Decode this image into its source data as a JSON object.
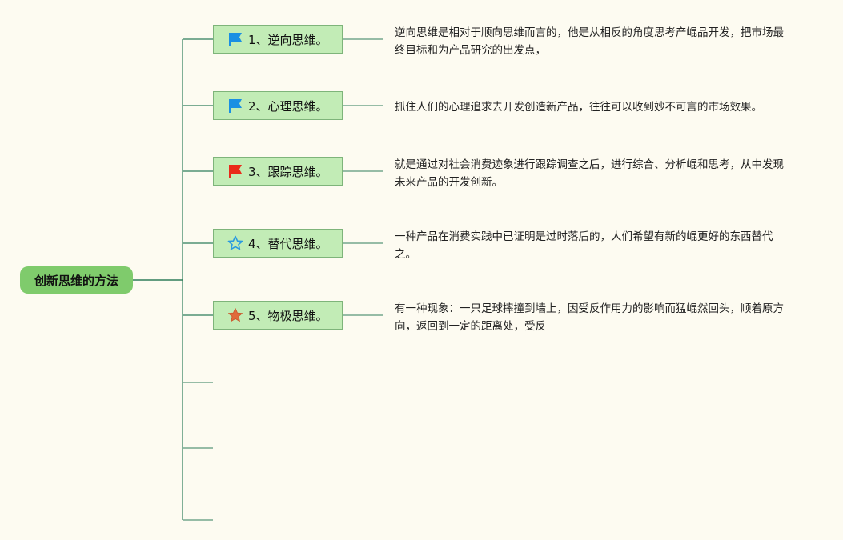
{
  "root": {
    "label": "创新思维的方法"
  },
  "branches": [
    {
      "label": "1、逆向思维。",
      "icon": "blue-flag-icon",
      "description": "逆向思维是相对于顺向思维而言的，他是从相反的角度思考产崐品开发，把市场最终目标和为产品研究的出发点，"
    },
    {
      "label": "2、心理思维。",
      "icon": "blue-flag-icon",
      "description": "抓住人们的心理追求去开发创造新产品，往往可以收到妙不可言的市场效果。"
    },
    {
      "label": "3、跟踪思维。",
      "icon": "red-flag-icon",
      "description": "就是通过对社会消费迹象进行跟踪调查之后，进行综合、分析崐和思考，从中发现未来产品的开发创新。"
    },
    {
      "label": "4、替代思维。",
      "icon": "outline-star-icon",
      "description": "一种产品在消费实践中已证明是过时落后的，人们希望有新的崐更好的东西替代之。"
    },
    {
      "label": "5、物极思维。",
      "icon": "orange-star-icon",
      "description": "有一种现象：一只足球摔撞到墙上，因受反作用力的影响而猛崐然回头，顺着原方向，返回到一定的距离处，受反"
    }
  ],
  "colors": {
    "background": "#fdfbf1",
    "root_fill": "#7fcb6c",
    "branch_fill": "#c2ecb6",
    "connector": "#2e7d5b",
    "blue_flag": "#1a8fe3",
    "red_flag": "#ea2a1a",
    "star_outline": "#2a9ae0",
    "star_fill": "#e06a3b"
  }
}
